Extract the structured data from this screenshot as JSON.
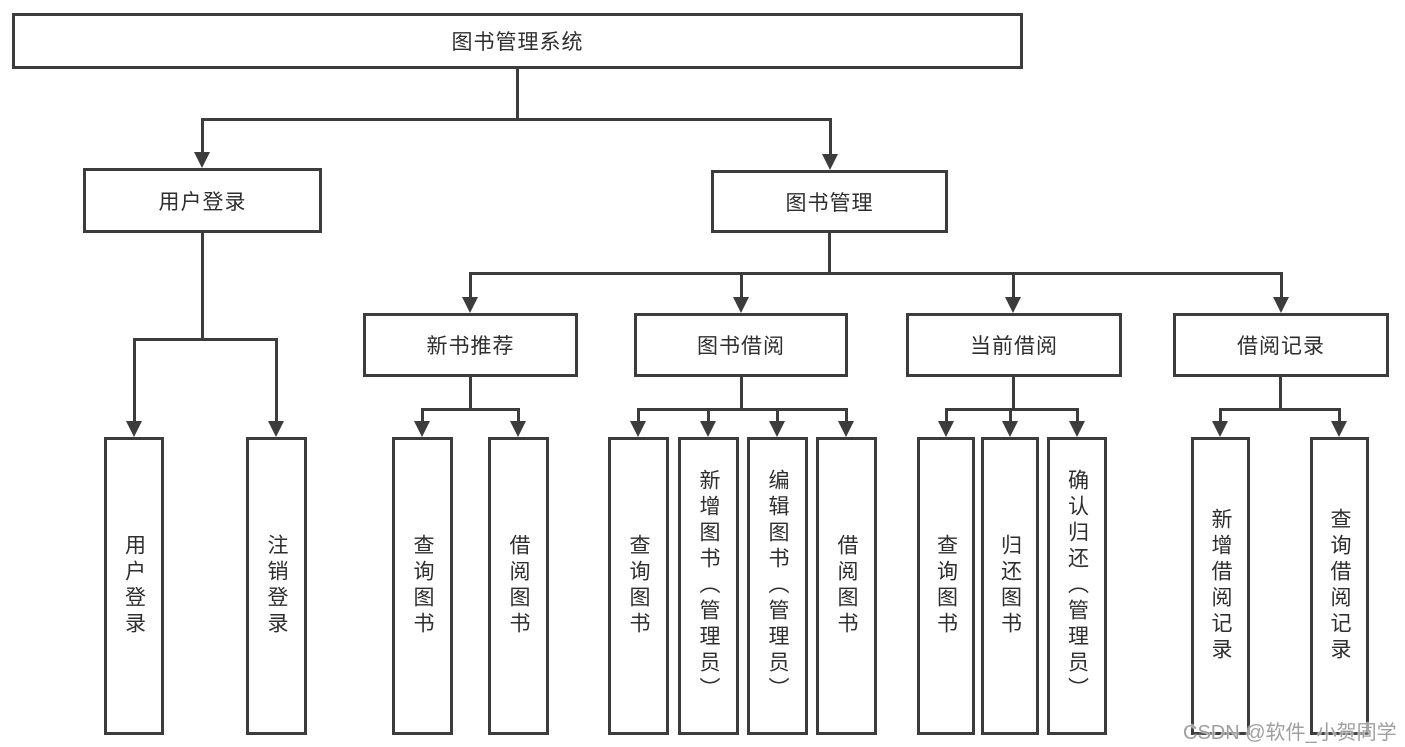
{
  "diagram": {
    "title": "图书管理系统",
    "nodes": {
      "root": "图书管理系统",
      "userLogin": "用户登录",
      "bookMgmt": "图书管理",
      "newBook": "新书推荐",
      "bookBorrow": "图书借阅",
      "currentBorrow": "当前借阅",
      "borrowRecord": "借阅记录",
      "leafUserLogin": "用户登录",
      "leafLogout": "注销登录",
      "leafNbQuery": "查询图书",
      "leafNbBorrow": "借阅图书",
      "leafBbQuery": "查询图书",
      "leafBbAdd": "新增图书（管理员）",
      "leafBbEdit": "编辑图书（管理员）",
      "leafBbBorrow": "借阅图书",
      "leafCbQuery": "查询图书",
      "leafCbReturn": "归还图书",
      "leafCbConfirm": "确认归还（管理员）",
      "leafBrAdd": "新增借阅记录",
      "leafBrQuery": "查询借阅记录"
    },
    "hierarchy": {
      "图书管理系统": {
        "用户登录": [
          "用户登录",
          "注销登录"
        ],
        "图书管理": {
          "新书推荐": [
            "查询图书",
            "借阅图书"
          ],
          "图书借阅": [
            "查询图书",
            "新增图书（管理员）",
            "编辑图书（管理员）",
            "借阅图书"
          ],
          "当前借阅": [
            "查询图书",
            "归还图书",
            "确认归还（管理员）"
          ],
          "借阅记录": [
            "新增借阅记录",
            "查询借阅记录"
          ]
        }
      }
    }
  },
  "watermark": {
    "text": "CSDN @软件_小贺同学"
  },
  "colors": {
    "line": "#3c3c3c",
    "box_border": "#3c3c3c",
    "text": "#2e2e2e",
    "watermark": "#9f9f9f",
    "background": "#ffffff"
  }
}
